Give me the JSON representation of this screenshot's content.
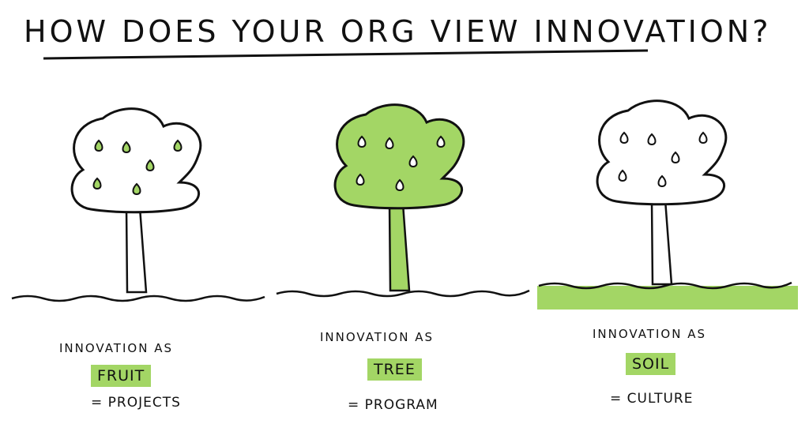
{
  "title": "How does your org view innovation?",
  "colors": {
    "highlight": "#a3d665",
    "ink": "#111111"
  },
  "columns": [
    {
      "label": "Innovation as",
      "word": "Fruit",
      "equals": "= Projects",
      "highlighted_part": "fruit"
    },
    {
      "label": "Innovation as",
      "word": "Tree",
      "equals": "= Program",
      "highlighted_part": "tree"
    },
    {
      "label": "Innovation as",
      "word": "Soil",
      "equals": "= Culture",
      "highlighted_part": "soil"
    }
  ]
}
